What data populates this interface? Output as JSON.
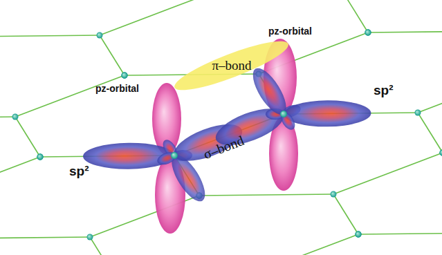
{
  "diagram": {
    "nodes": [
      {
        "text": [
          "π–bond"
        ]
      }
    ],
    "labels": [
      "pz-orbital",
      "pz-orbital",
      "sp²",
      "sp²",
      "σ–bond"
    ]
  }
}
